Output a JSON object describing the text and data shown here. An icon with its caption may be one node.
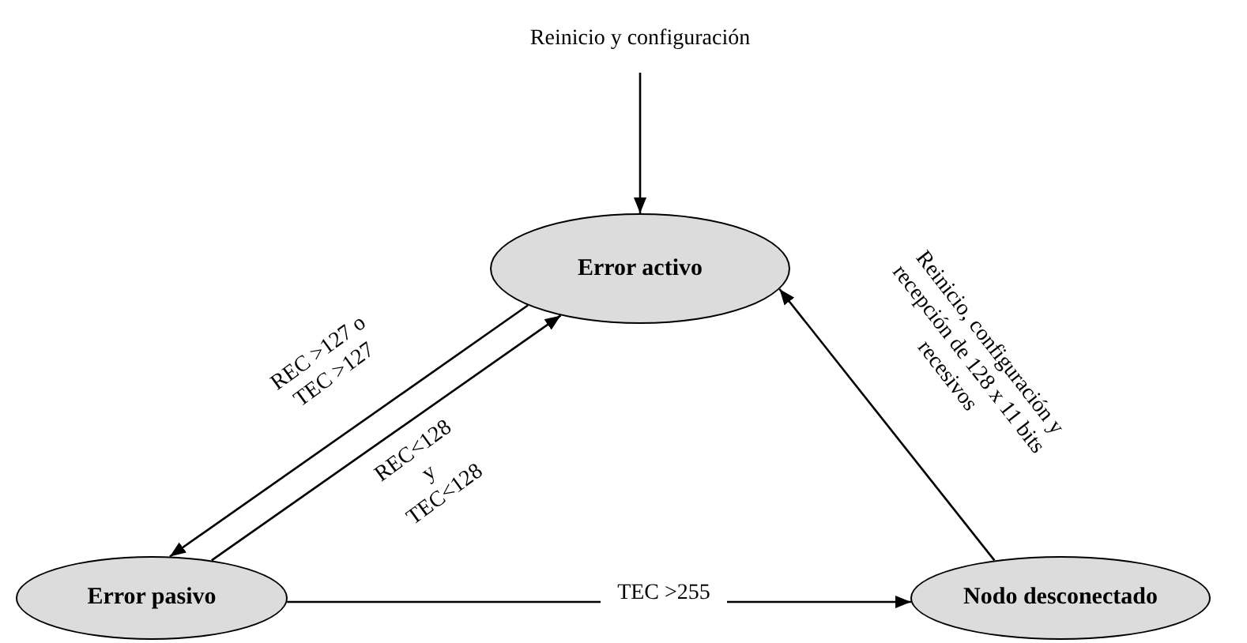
{
  "diagram": {
    "nodes": [
      {
        "text": [
          "Reinicio y configuración"
        ]
      },
      {
        "text": [
          "Error activo"
        ]
      },
      {
        "text": [
          "Error pasivo"
        ]
      },
      {
        "text": [
          "Nodo desconectado"
        ]
      }
    ],
    "edges": [
      {
        "from": 0,
        "to": 1,
        "arrow": "to"
      },
      {
        "from": 1,
        "to": 2,
        "arrow": "to",
        "label": "REC >127 o TEC >127"
      },
      {
        "from": 2,
        "to": 1,
        "arrow": "to",
        "label": "REC<128 y TEC<128"
      },
      {
        "from": 2,
        "to": 3,
        "arrow": "to",
        "label": "TEC >255"
      },
      {
        "from": 3,
        "to": 1,
        "arrow": "to",
        "label": "Reinicio, configuración y recepción de 128 x 11 bits recesivos"
      }
    ]
  }
}
